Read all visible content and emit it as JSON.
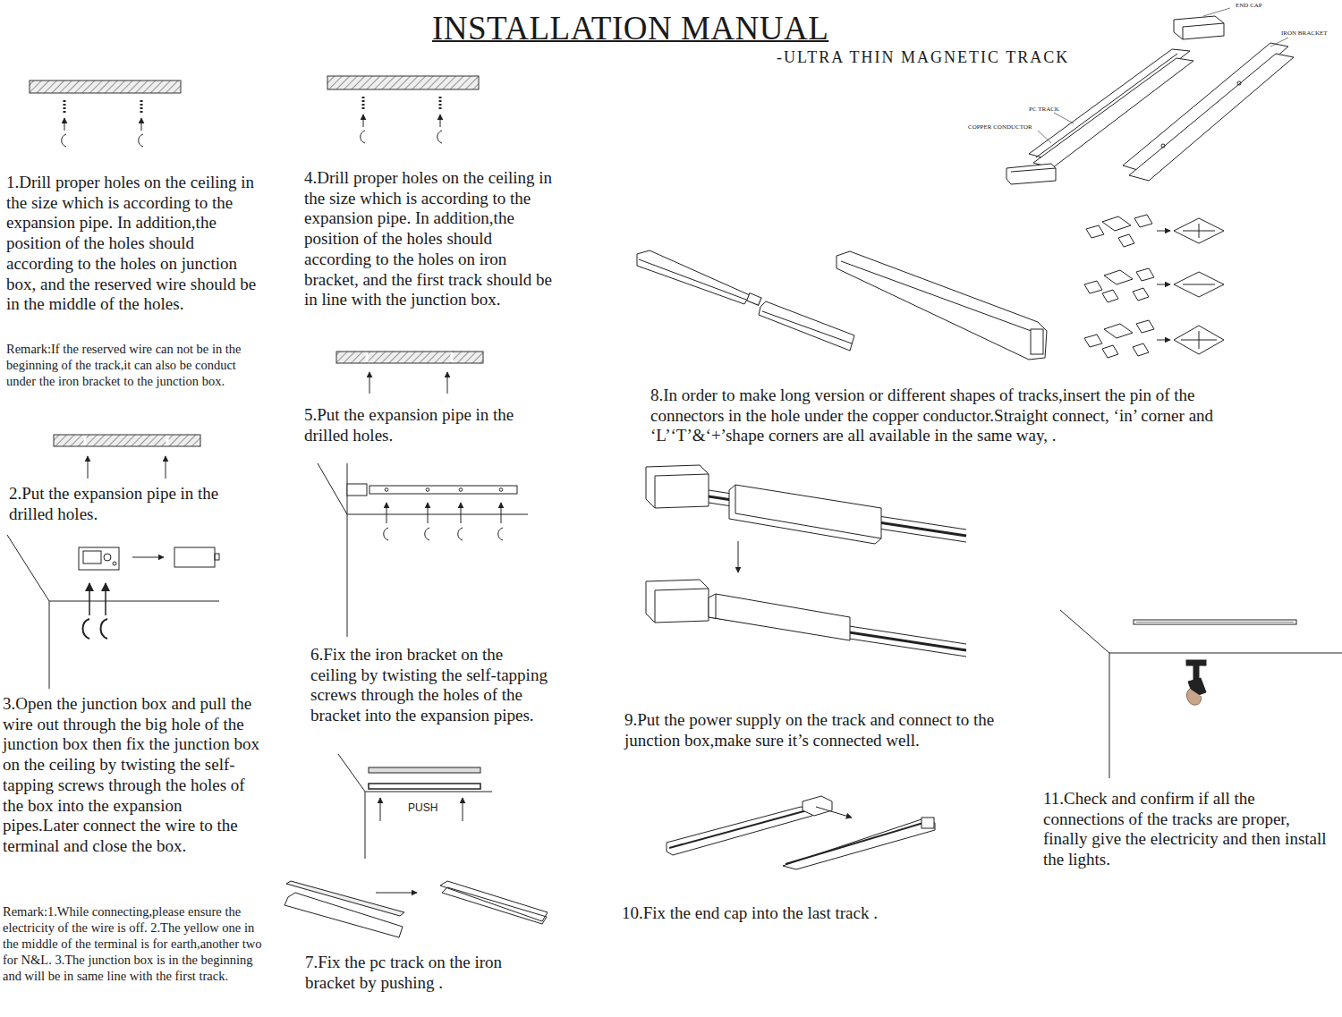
{
  "diagram": {
    "title": "INSTALLATION MANUAL",
    "labels": [
      "-ULTRA THIN MAGNETIC TRACK",
      "END CAP",
      "IRON BRACKET",
      "PC TRACK",
      "COPPER CONDUCTOR",
      "1.Drill proper holes on the ceiling in the size which is according to the expansion pipe. In addition,the position of the holes should according to the holes on junction box, and the reserved wire should be in the middle of the holes.",
      "Remark:If the reserved wire can not be in the beginning of the track,it can also be conduct under the iron bracket to the junction box.",
      "2.Put the expansion pipe in the drilled holes.",
      "3.Open the junction box and pull the wire out through the big hole of the junction box then fix the junction box on the ceiling by twisting the self-tapping screws through the holes of the box into the expansion pipes.Later connect the wire to the terminal and close the box.",
      "Remark:1.While connecting,please ensure the electricity of the wire is off. 2.The yellow one in the middle of the terminal is for earth,another two for N&L. 3.The junction box is in the beginning and will be in same line with the first track.",
      "4.Drill proper holes on the ceiling in the size which is according to the expansion pipe. In addition,the position of the holes should according to the holes on iron bracket, and the first track should be in line with the junction box.",
      "5.Put the expansion pipe in the drilled holes.",
      "6.Fix the iron bracket on the ceiling by twisting the self-tapping screws through the holes of the bracket into the expansion pipes.",
      "PUSH",
      "7.Fix the pc track on the iron bracket by pushing .",
      "8.In order to make long version or different shapes of tracks,insert the pin of the connectors in the hole under the copper conductor.Straight connect, ‘in’ corner and ‘L’‘T’&‘+’shape corners are all available in the same way, .",
      "9.Put the power supply on the track and connect to the junction box,make sure it’s connected well.",
      "10.Fix the end cap into the last track .",
      "11.Check and confirm if all the connections of the tracks are proper, finally give the electricity and then install the lights."
    ]
  }
}
